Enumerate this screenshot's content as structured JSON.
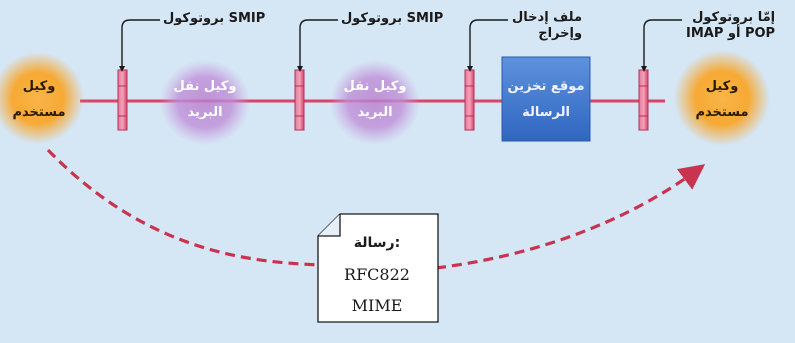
{
  "colors": {
    "background": "#d5e6f5",
    "arrow": "#c8344f",
    "connector": "#d8456a",
    "user_agent": "#f7a934",
    "transfer_agent": "#b77fd0",
    "store": "#3f78cc",
    "line": "#1a1a1a"
  },
  "labels": {
    "smip_1": "بروتوكول SMIP",
    "smip_2": "بروتوكول SMIP",
    "io_line1": "ملف إدخال",
    "io_line2": "وإخراج",
    "pop_line1": "إمّا بروتوكول",
    "pop_line2": "IMAP أو POP"
  },
  "nodes": {
    "sender_line1": "وكيل",
    "sender_line2": "مستخدم",
    "mta1_line1": "وكيل نقل",
    "mta1_line2": "البريد",
    "mta2_line1": "وكيل نقل",
    "mta2_line2": "البريد",
    "store_line1": "موقع تخزين",
    "store_line2": "الرسالة",
    "receiver_line1": "وكيل",
    "receiver_line2": "مستخدم"
  },
  "message": {
    "line1": "رسالة:",
    "line2": "RFC822",
    "line3": "MIME"
  },
  "icons": {
    "connector": "connector-plug-icon",
    "document": "document-icon"
  }
}
